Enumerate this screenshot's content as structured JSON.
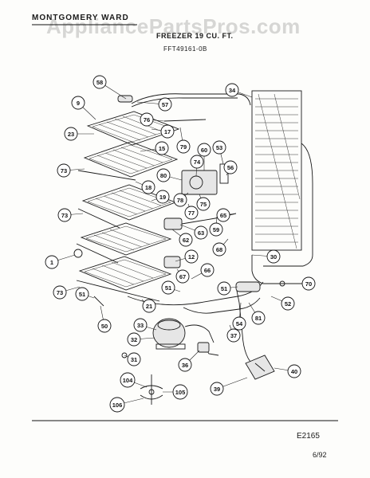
{
  "header": {
    "brand": "MONTGOMERY WARD",
    "model_title": "FREEZER 19 CU. FT.",
    "model_number": "FFT49161-0B"
  },
  "watermark": "AppliancePartsPros.com",
  "footer": {
    "diagram_code": "E2165",
    "date": "6/92"
  },
  "callouts": [
    {
      "label": "58"
    },
    {
      "label": "57"
    },
    {
      "label": "34"
    },
    {
      "label": "9"
    },
    {
      "label": "76"
    },
    {
      "label": "17"
    },
    {
      "label": "23"
    },
    {
      "label": "79"
    },
    {
      "label": "60"
    },
    {
      "label": "53"
    },
    {
      "label": "15"
    },
    {
      "label": "74"
    },
    {
      "label": "56"
    },
    {
      "label": "73"
    },
    {
      "label": "80"
    },
    {
      "label": "18"
    },
    {
      "label": "19"
    },
    {
      "label": "78"
    },
    {
      "label": "75"
    },
    {
      "label": "77"
    },
    {
      "label": "65"
    },
    {
      "label": "73"
    },
    {
      "label": "59"
    },
    {
      "label": "63"
    },
    {
      "label": "62"
    },
    {
      "label": "1"
    },
    {
      "label": "12"
    },
    {
      "label": "68"
    },
    {
      "label": "30"
    },
    {
      "label": "66"
    },
    {
      "label": "67"
    },
    {
      "label": "51"
    },
    {
      "label": "51"
    },
    {
      "label": "70"
    },
    {
      "label": "73"
    },
    {
      "label": "51"
    },
    {
      "label": "21"
    },
    {
      "label": "52"
    },
    {
      "label": "50"
    },
    {
      "label": "54"
    },
    {
      "label": "81"
    },
    {
      "label": "33"
    },
    {
      "label": "37"
    },
    {
      "label": "32"
    },
    {
      "label": "31"
    },
    {
      "label": "36"
    },
    {
      "label": "40"
    },
    {
      "label": "104"
    },
    {
      "label": "105"
    },
    {
      "label": "39"
    },
    {
      "label": "106"
    }
  ]
}
